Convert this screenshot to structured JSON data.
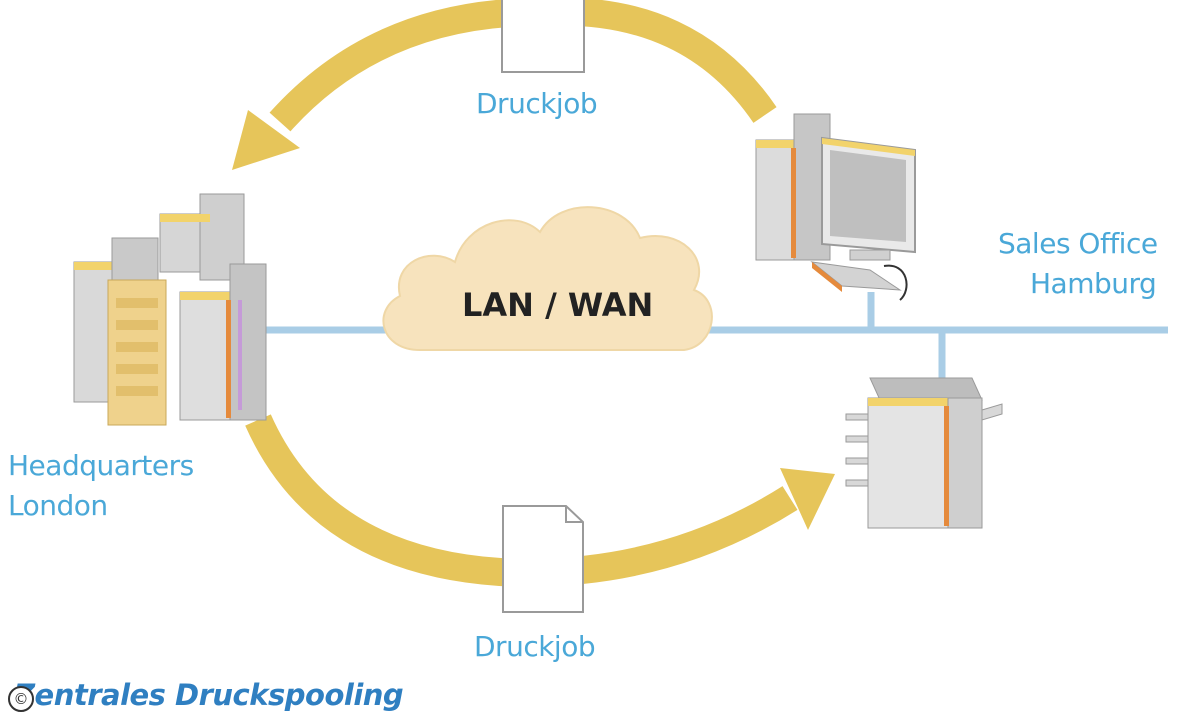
{
  "network_label": "LAN / WAN",
  "nodes": {
    "headquarters": {
      "line1": "Headquarters",
      "line2": "London"
    },
    "sales_office": {
      "line1": "Sales Office",
      "line2": "Hamburg"
    }
  },
  "print_jobs": {
    "top": "Druckjob",
    "bottom": "Druckjob"
  },
  "caption": "Zentrales Druckspooling",
  "copyright_symbol": "©",
  "colors": {
    "label_blue": "#4aa8d8",
    "network_line": "#a9cde6",
    "arrow_gold": "#e6c55a",
    "cloud": "#f7e3bd",
    "caption_blue": "#2f7fc1"
  }
}
